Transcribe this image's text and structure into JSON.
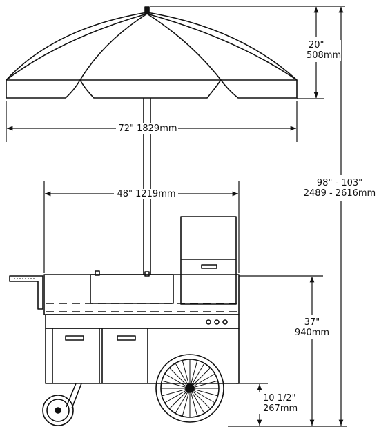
{
  "dimensions": {
    "umbrella_height": {
      "imperial": "20\"",
      "metric": "508mm"
    },
    "umbrella_width": {
      "text": "72\" 1829mm"
    },
    "cart_width": {
      "text": "48\" 1219mm"
    },
    "overall_height": {
      "imperial": "98\" - 103\"",
      "metric": "2489 - 2616mm"
    },
    "counter_height": {
      "imperial": "37\"",
      "metric": "940mm"
    },
    "wheel_height": {
      "imperial": "10 1/2\"",
      "metric": "267mm"
    }
  },
  "colors": {
    "line": "#111111",
    "background": "#ffffff"
  }
}
